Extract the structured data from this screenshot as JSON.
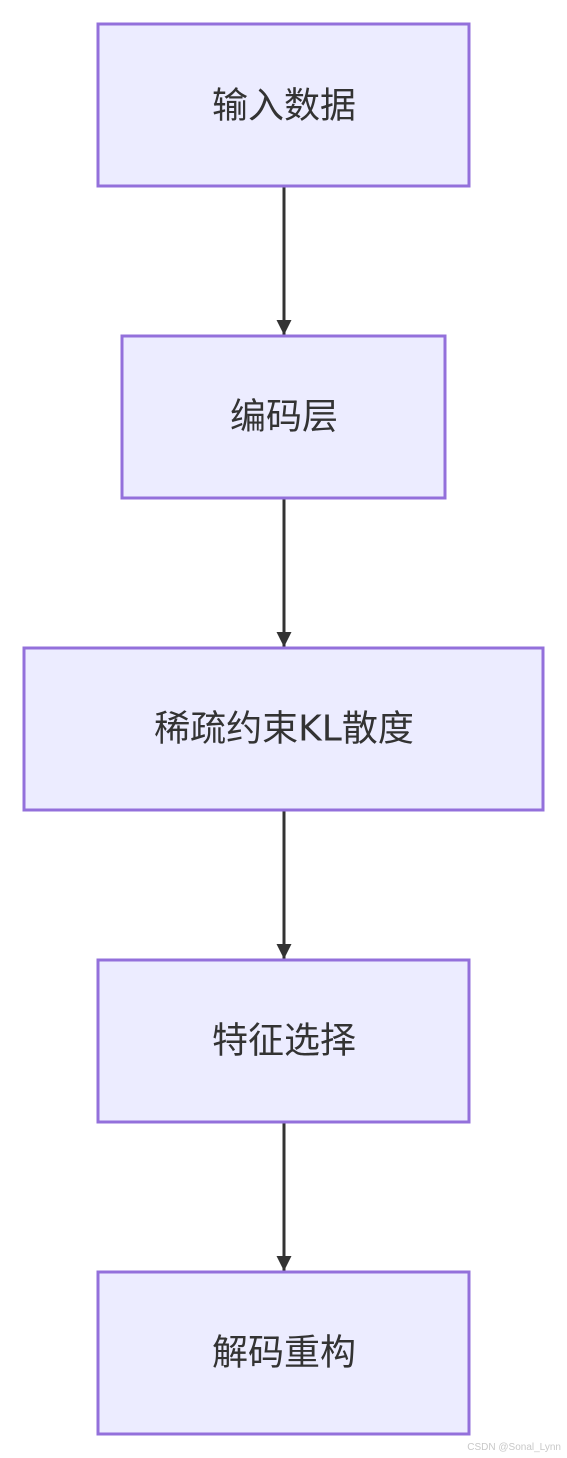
{
  "colors": {
    "node_fill": "#ECECFF",
    "node_border": "#9370DB",
    "edge": "#333333",
    "label": "#333333",
    "watermark": "#C8C8C8"
  },
  "nodes": [
    {
      "id": "input-data",
      "label": "输入数据"
    },
    {
      "id": "encoding-layer",
      "label": "编码层"
    },
    {
      "id": "sparse-kl",
      "label": "稀疏约束KL散度"
    },
    {
      "id": "feature-selection",
      "label": "特征选择"
    },
    {
      "id": "decoding-reconstruction",
      "label": "解码重构"
    }
  ],
  "edges": [
    {
      "from": "input-data",
      "to": "encoding-layer"
    },
    {
      "from": "encoding-layer",
      "to": "sparse-kl"
    },
    {
      "from": "sparse-kl",
      "to": "feature-selection"
    },
    {
      "from": "feature-selection",
      "to": "decoding-reconstruction"
    }
  ],
  "watermark": "CSDN @Sonal_Lynn"
}
